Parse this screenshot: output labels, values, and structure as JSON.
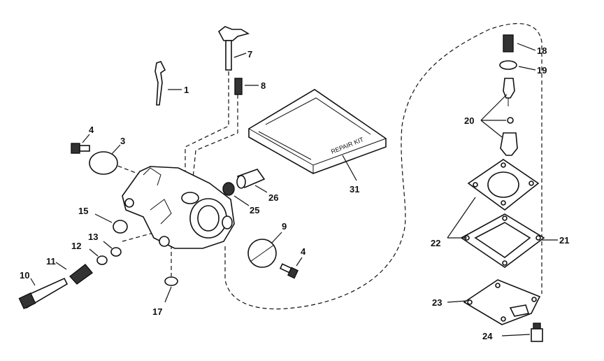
{
  "labels": {
    "p1": "1",
    "p3": "3",
    "p4a": "4",
    "p4b": "4",
    "p7": "7",
    "p8": "8",
    "p9": "9",
    "p10": "10",
    "p11": "11",
    "p12": "12",
    "p13": "13",
    "p15": "15",
    "p17": "17",
    "p18": "18",
    "p19": "19",
    "p20": "20",
    "p21": "21",
    "p22": "22",
    "p23": "23",
    "p24": "24",
    "p25": "25",
    "p26": "26",
    "p31": "31"
  },
  "kit_text": "REPAIR KIT"
}
